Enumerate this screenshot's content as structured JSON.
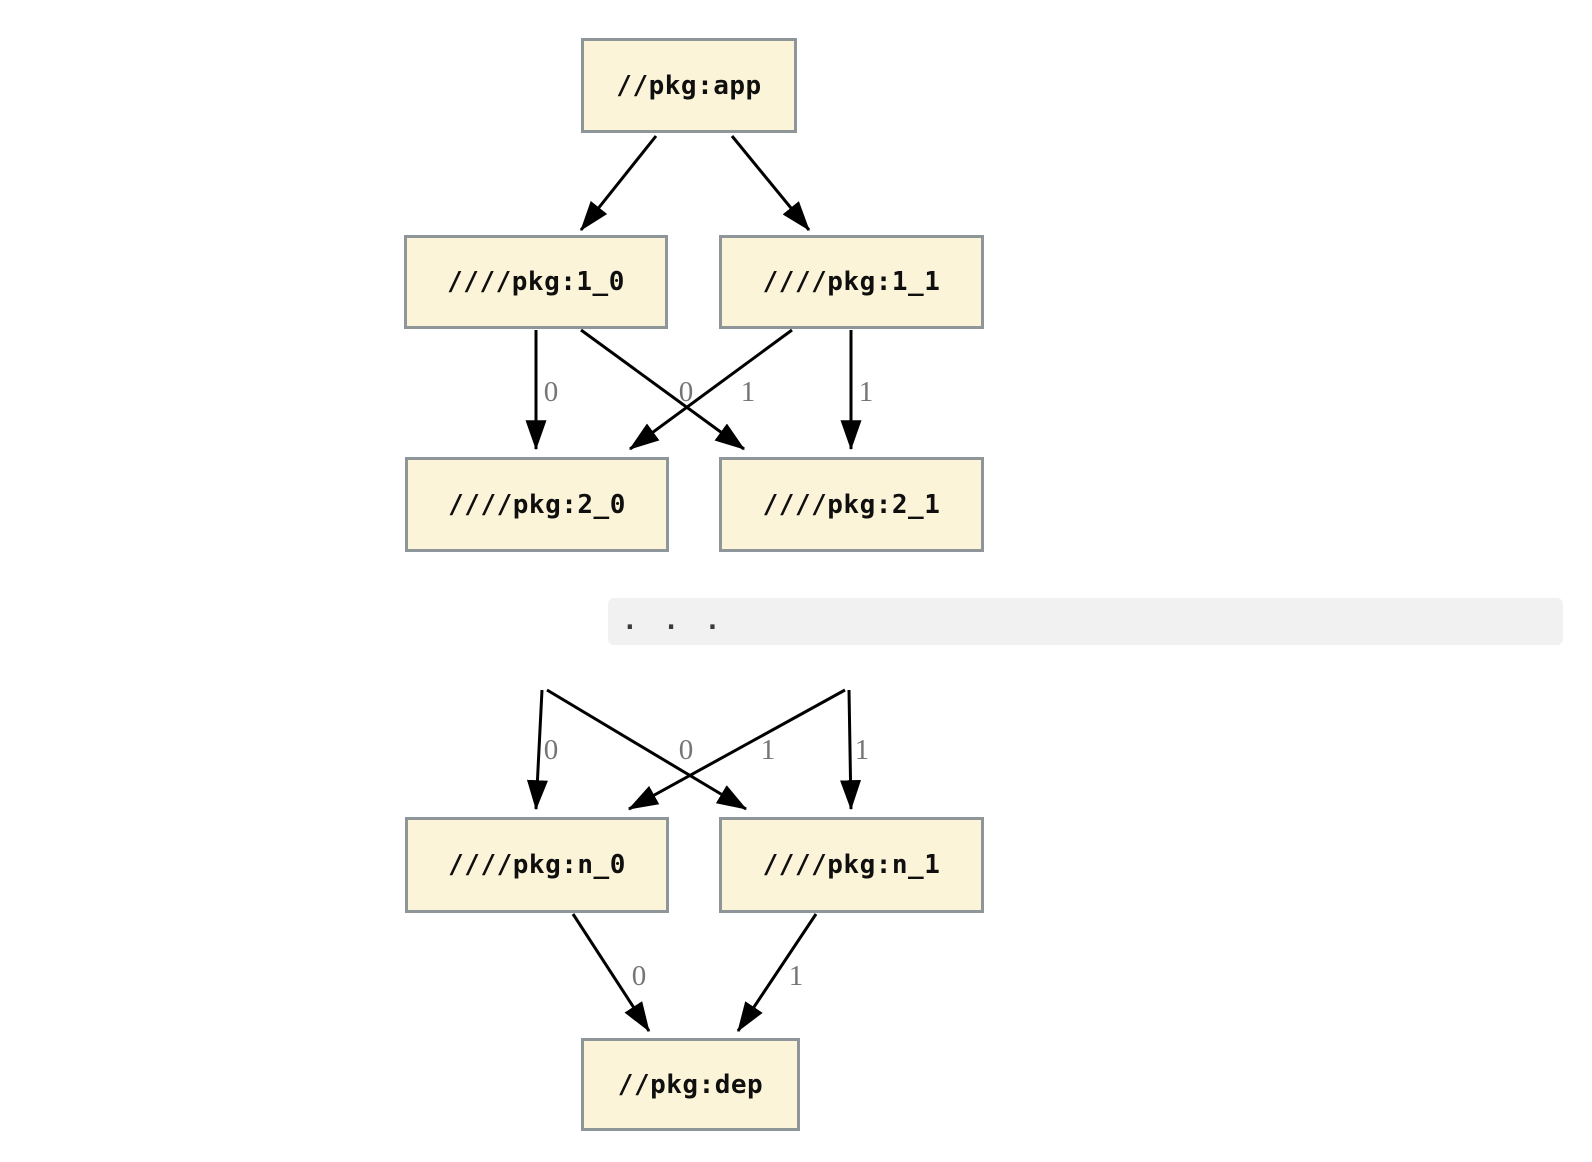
{
  "diagram": {
    "type": "dependency-graph",
    "ellipsis_text": ". . .",
    "colors": {
      "bg": "#ffffff",
      "node_fill": "#fcf4d8",
      "node_border": "#8e969a",
      "edge": "#000000",
      "edge_label": "#757575",
      "ellipsis_bg": "#f1f1f1"
    },
    "nodes": {
      "app": {
        "label": "//pkg:app"
      },
      "l1_0": {
        "label": "////pkg:1_0"
      },
      "l1_1": {
        "label": "////pkg:1_1"
      },
      "l2_0": {
        "label": "////pkg:2_0"
      },
      "l2_1": {
        "label": "////pkg:2_1"
      },
      "ln_0": {
        "label": "////pkg:n_0"
      },
      "ln_1": {
        "label": "////pkg:n_1"
      },
      "dep": {
        "label": "//pkg:dep"
      }
    },
    "edges": [
      {
        "from": "app",
        "to": "1_0",
        "label": ""
      },
      {
        "from": "app",
        "to": "1_1",
        "label": ""
      },
      {
        "from": "1_0",
        "to": "2_0",
        "label": "0"
      },
      {
        "from": "1_0",
        "to": "2_1",
        "label": "1"
      },
      {
        "from": "1_1",
        "to": "2_0",
        "label": "0"
      },
      {
        "from": "1_1",
        "to": "2_1",
        "label": "1"
      },
      {
        "from": "elided",
        "to": "n_0",
        "label": "0"
      },
      {
        "from": "elided",
        "to": "n_1",
        "label": "1"
      },
      {
        "from": "elided",
        "to": "n_0",
        "label": "0"
      },
      {
        "from": "elided",
        "to": "n_1",
        "label": "1"
      },
      {
        "from": "n_0",
        "to": "dep",
        "label": "0"
      },
      {
        "from": "n_1",
        "to": "dep",
        "label": "1"
      }
    ]
  }
}
